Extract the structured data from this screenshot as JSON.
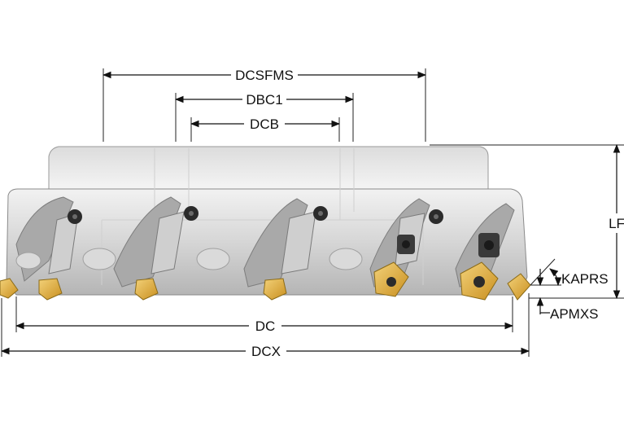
{
  "labels": {
    "dcsfms": "DCSFMS",
    "dbc1": "DBC1",
    "dcb": "DCB",
    "lf": "LF",
    "kaprs": "KAPRS",
    "apmxs": "APMXS",
    "dc": "DC",
    "dcx": "DCX"
  },
  "colors": {
    "steel_light": "#e6e6e6",
    "steel_mid": "#c9c9c9",
    "steel_dark": "#8f8f8f",
    "insert_gold": "#e3b23c",
    "screw_dark": "#2b2b2b",
    "line": "#111111"
  },
  "icons": [
    "milling-cutter-body",
    "insert-icon",
    "screw-icon",
    "arrowhead"
  ]
}
